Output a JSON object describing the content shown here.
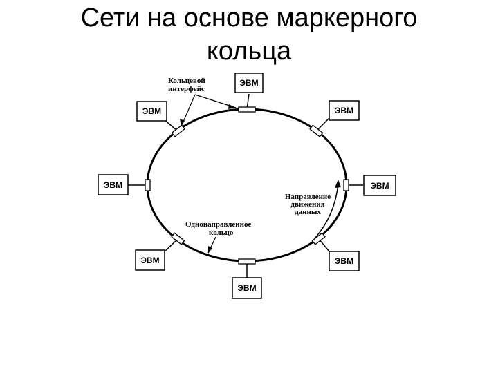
{
  "slide": {
    "title_line1": "Сети на основе маркерного",
    "title_line2": "кольца"
  },
  "diagram": {
    "node_label": "ЭВМ",
    "annotations": {
      "ring_interface_line1": "Кольцевой",
      "ring_interface_line2": "интерфейс",
      "direction_line1": "Направление",
      "direction_line2": "движения",
      "direction_line3": "данных",
      "ring_line1": "Однонаправленное",
      "ring_line2": "кольцо"
    }
  }
}
